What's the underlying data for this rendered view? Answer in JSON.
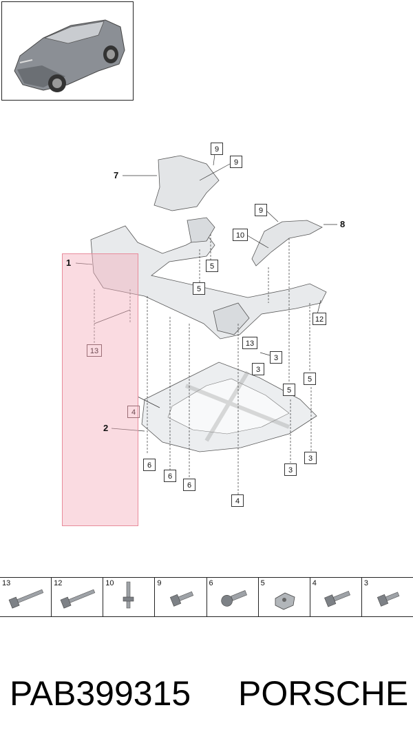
{
  "callouts": {
    "c9a": "9",
    "c9b": "9",
    "c9c": "9",
    "c10": "10",
    "c5a": "5",
    "c5b": "5",
    "c5c": "5",
    "c5d": "5",
    "c12": "12",
    "c13a": "13",
    "c13b": "13",
    "c3a": "3",
    "c3b": "3",
    "c3c": "3",
    "c3d": "3",
    "c4a": "4",
    "c4b": "4",
    "c6a": "6",
    "c6b": "6",
    "c6c": "6"
  },
  "assemblies": {
    "a1": "1",
    "a2": "2",
    "a7": "7",
    "a8": "8"
  },
  "legend": [
    {
      "num": "13",
      "icon": "long-bolt-icon"
    },
    {
      "num": "12",
      "icon": "long-bolt-icon"
    },
    {
      "num": "10",
      "icon": "stud-icon"
    },
    {
      "num": "9",
      "icon": "short-bolt-icon"
    },
    {
      "num": "6",
      "icon": "flange-bolt-icon"
    },
    {
      "num": "5",
      "icon": "nut-icon"
    },
    {
      "num": "4",
      "icon": "washer-bolt-icon"
    },
    {
      "num": "3",
      "icon": "short-bolt-icon"
    }
  ],
  "footer": {
    "code": "PAB399315",
    "brand": "PORSCHE"
  },
  "colors": {
    "highlight": "#f4b0bc",
    "parts": "#e6e8ea",
    "line": "#333333"
  }
}
